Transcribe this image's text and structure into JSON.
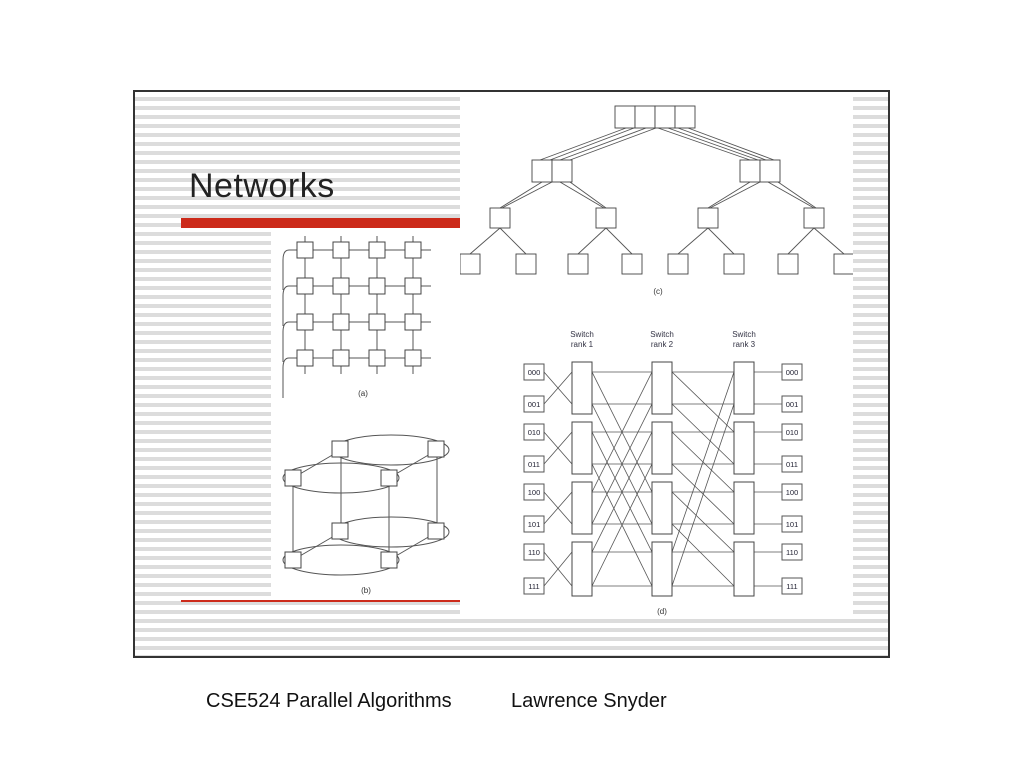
{
  "slide": {
    "title": "Networks",
    "accent_color": "#cc2a1a",
    "figures": {
      "a_label": "(a)",
      "b_label": "(b)",
      "c_label": "(c)",
      "d_label": "(d)"
    },
    "butterfly": {
      "rank_labels": [
        [
          "Switch",
          "rank 1"
        ],
        [
          "Switch",
          "rank 2"
        ],
        [
          "Switch",
          "rank 3"
        ]
      ],
      "inputs": [
        "000",
        "001",
        "010",
        "011",
        "100",
        "101",
        "110",
        "111"
      ],
      "outputs": [
        "000",
        "001",
        "010",
        "011",
        "100",
        "101",
        "110",
        "111"
      ]
    }
  },
  "footer": {
    "course": "CSE524 Parallel Algorithms",
    "author": "Lawrence Snyder"
  }
}
